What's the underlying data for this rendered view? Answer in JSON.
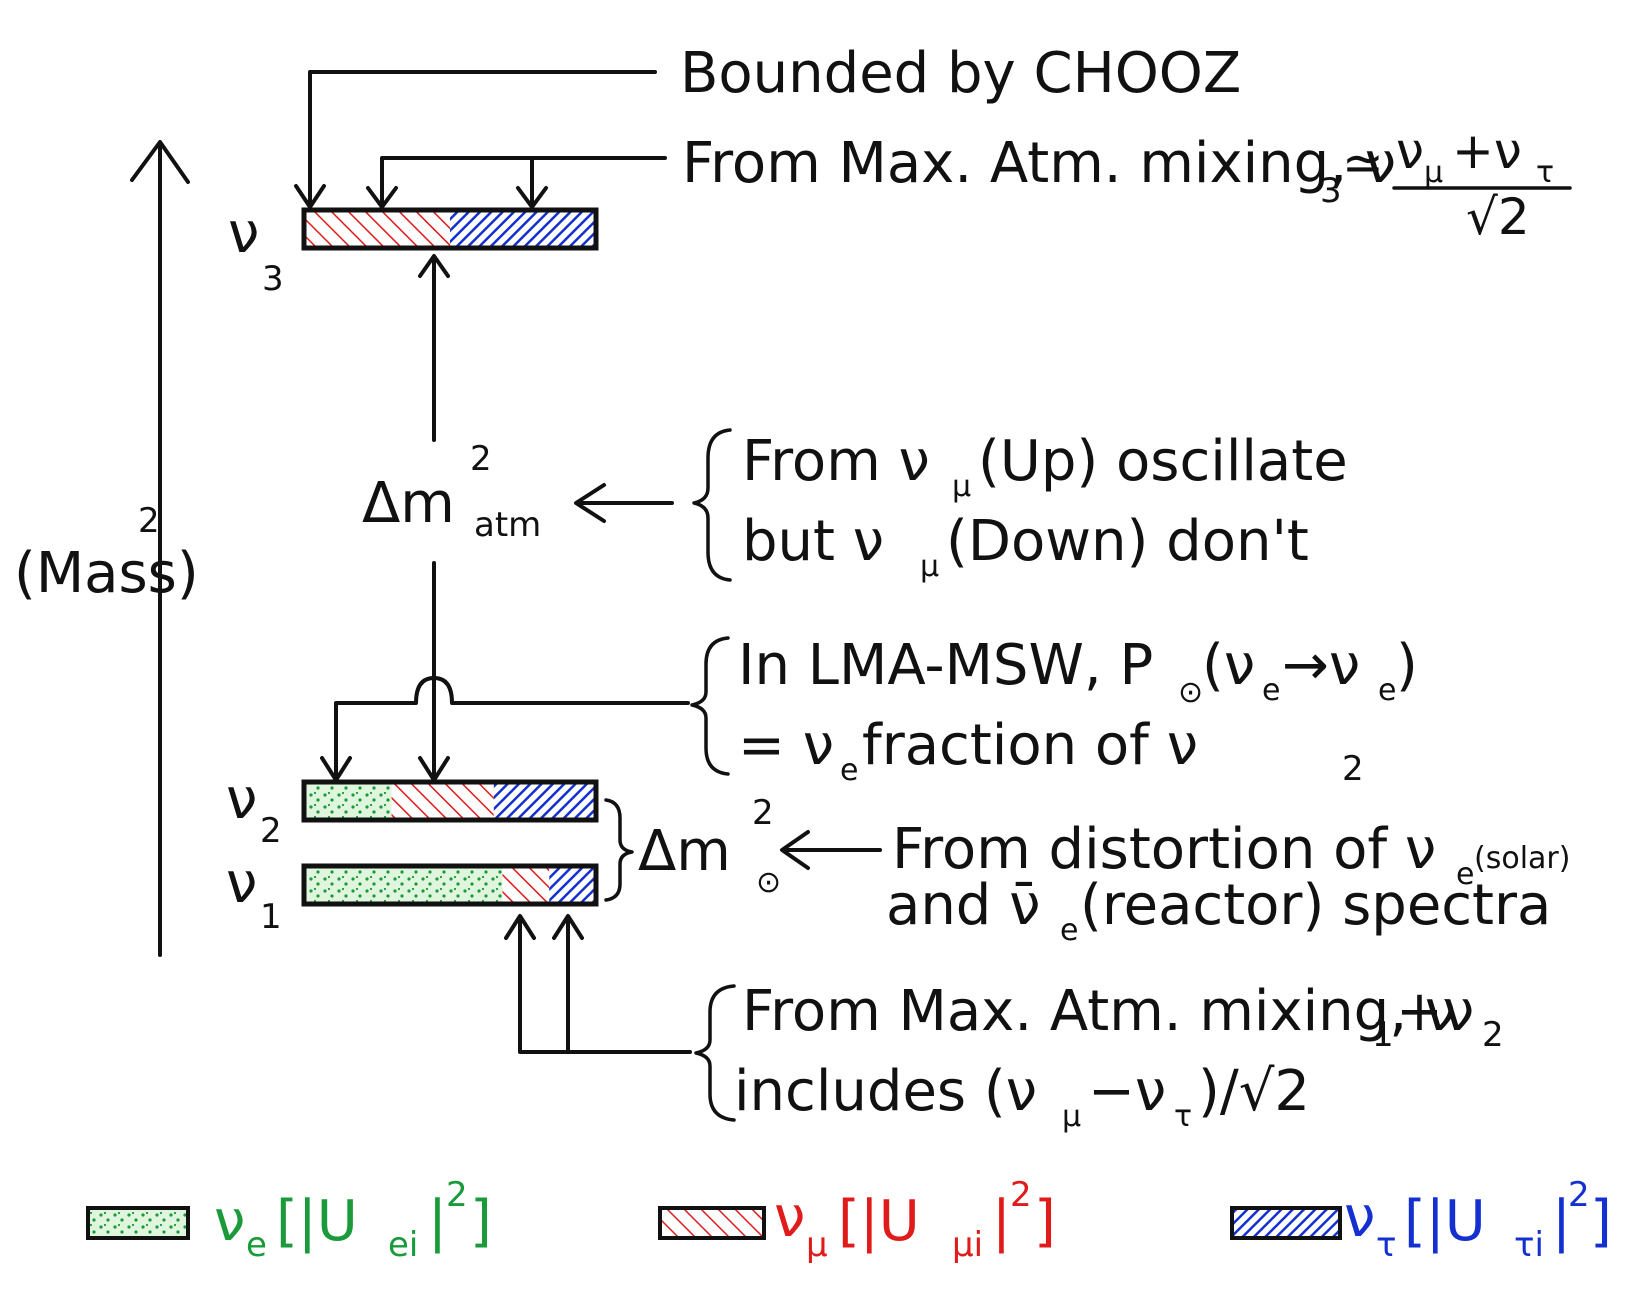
{
  "axis": {
    "label": "(Mass)",
    "exponent": "2"
  },
  "states": {
    "nu3": {
      "symbol": "ν",
      "index": "3",
      "e": 0.0,
      "mu": 0.5,
      "tau": 0.5
    },
    "nu2": {
      "symbol": "ν",
      "index": "2",
      "e": 0.3,
      "mu": 0.35,
      "tau": 0.35
    },
    "nu1": {
      "symbol": "ν",
      "index": "1",
      "e": 0.68,
      "mu": 0.16,
      "tau": 0.16
    }
  },
  "splittings": {
    "atm": {
      "delta": "Δm",
      "sup": "2",
      "sub": "atm"
    },
    "solar": {
      "delta": "Δm",
      "sup": "2",
      "sub": "⊙"
    }
  },
  "annotations": {
    "chooz": "Bounded by CHOOZ",
    "atm_mix_nu3": {
      "text": "From Max. Atm. mixing, ν",
      "idx": "3",
      "approx": "≃",
      "numerator": "ν",
      "num_mu": "μ",
      "plus": "+ν",
      "num_tau": "τ",
      "denominator": "√2"
    },
    "updown": {
      "line1_a": "From ν",
      "line1_sub": "μ",
      "line1_b": "(Up) oscillate",
      "line2_a": "but ν",
      "line2_sub": "μ",
      "line2_b": "(Down) don't"
    },
    "lma": {
      "line1_a": "In LMA-MSW, P",
      "line1_sub": "⊙",
      "line1_b": "(ν",
      "line1_e1": "e",
      "line1_c": "→ν",
      "line1_e2": "e",
      "line1_d": ")",
      "line2_a": "= ν",
      "line2_sub": "e",
      "line2_b": " fraction of ν",
      "line2_idx": "2"
    },
    "solar": {
      "line1_a": "From distortion of ν",
      "line1_sub": "e",
      "line1_small": "(solar)",
      "line2_a": "and ν̄",
      "line2_sub": "e",
      "line2_b": "(reactor) spectra"
    },
    "atm_mix_nu12": {
      "line1_a": "From Max. Atm. mixing, ν",
      "line1_idx1": "1",
      "line1_b": "+ν",
      "line1_idx2": "2",
      "line2_a": "includes (ν",
      "line2_sub1": "μ",
      "line2_b": "−ν",
      "line2_sub2": "τ",
      "line2_c": ")/√2"
    }
  },
  "legend": {
    "e": {
      "symbol": "ν",
      "sub": "e",
      "bracket": "[|U",
      "usub": "ei",
      "close": "|",
      "sup": "2",
      "end": "]",
      "color": "#1a9a3a"
    },
    "mu": {
      "symbol": "ν",
      "sub": "μ",
      "bracket": "[|U",
      "usub": "μi",
      "close": "|",
      "sup": "2",
      "end": "]",
      "color": "#e01b1b"
    },
    "tau": {
      "symbol": "ν",
      "sub": "τ",
      "bracket": "[|U",
      "usub": "τi",
      "close": "|",
      "sup": "2",
      "end": "]",
      "color": "#1530d0"
    }
  },
  "colors": {
    "e": "#1a9a3a",
    "e_bg": "#dff5dd",
    "mu": "#e01b1b",
    "tau": "#1530d0",
    "ink": "#111111"
  }
}
